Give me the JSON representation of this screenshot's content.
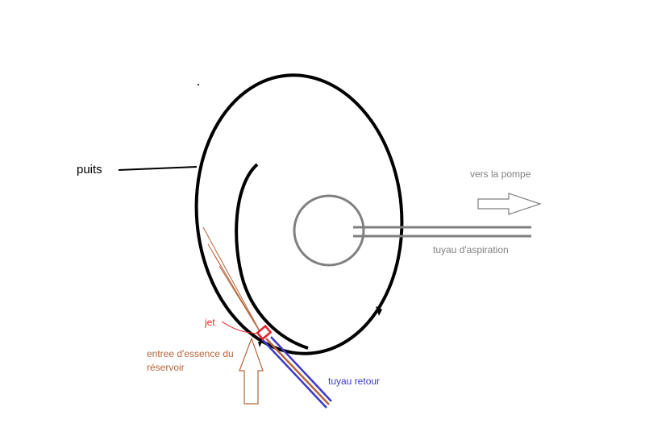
{
  "labels": {
    "puits": "puits",
    "vers_pompe": "vers la pompe",
    "tuyau_aspiration": "tuyau d'aspiration",
    "jet": "jet",
    "entree_line1": "entree d'essence du",
    "entree_line2": "réservoir",
    "tuyau_retour": "tuyau retour"
  },
  "colors": {
    "outline": "#000000",
    "suction_pipe": "#808080",
    "pump_arrow": "#808080",
    "jet_marker": "#e8202a",
    "fuel_inlet": "#b5643a",
    "return_pipe": "#3a3ac8"
  }
}
